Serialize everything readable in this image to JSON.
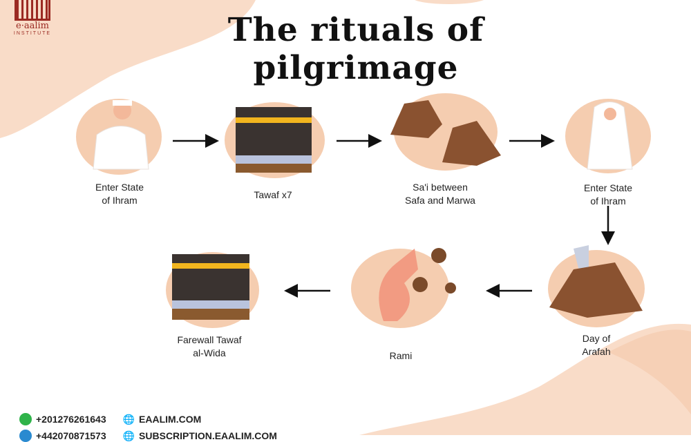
{
  "title": "The rituals of pilgrimage",
  "logo": {
    "name": "e·aalim",
    "subtitle": "INSTITUTE"
  },
  "steps": [
    {
      "label1": "Enter State",
      "label2": "of Ihram",
      "icon": "man-ihram-icon"
    },
    {
      "label1": "Tawaf x7",
      "label2": "",
      "icon": "kaaba-icon"
    },
    {
      "label1": "Sa'i between",
      "label2": "Safa and Marwa",
      "icon": "hills-icon"
    },
    {
      "label1": "Enter State",
      "label2": "of Ihram",
      "icon": "woman-ihram-icon"
    },
    {
      "label1": "Day of",
      "label2": "Arafah",
      "icon": "mount-arafah-icon"
    },
    {
      "label1": "Rami",
      "label2": "",
      "icon": "hand-stones-icon"
    },
    {
      "label1": "Farewall Tawaf",
      "label2": "al-Wida",
      "icon": "kaaba-icon"
    }
  ],
  "contact": {
    "phone1": "+201276261643",
    "web1": "EAALIM.COM",
    "phone2": "+442070871573",
    "web2": "SUBSCRIPTION.EAALIM.COM"
  },
  "colors": {
    "peach": "#f5cdb0",
    "blob": "#f9dcc8",
    "kaaba": "#3a3330",
    "gold": "#f2b51e",
    "rock": "#8a5230"
  }
}
